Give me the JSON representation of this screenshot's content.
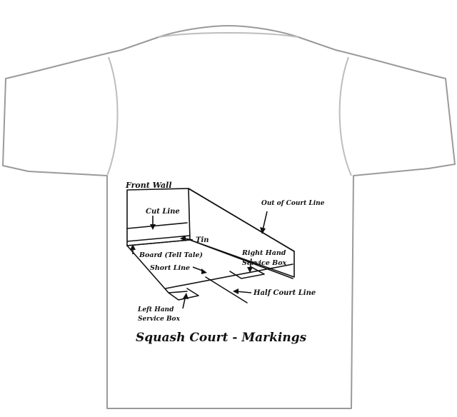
{
  "colors": {
    "shirt_fill": "#ffffff",
    "shirt_outline": "#9a9a9a",
    "shirt_seam": "#bdbdbd",
    "ink": "#111111"
  },
  "diagram": {
    "labels": {
      "front_wall": "Front Wall",
      "cut_line": "Cut Line",
      "tin": "Tin",
      "board": "Board (Tell Tale)",
      "out_of_court_line": "Out of Court Line",
      "right_hand_service_box_1": "Right Hand",
      "right_hand_service_box_2": "Service Box",
      "short_line": "Short Line",
      "half_court_line": "Half Court Line",
      "left_hand_service_box_1": "Left Hand",
      "left_hand_service_box_2": "Service Box"
    },
    "title": "Squash Court - Markings"
  }
}
